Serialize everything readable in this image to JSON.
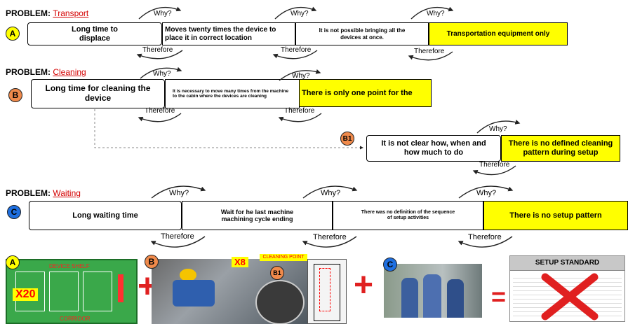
{
  "problems": {
    "transport": {
      "prefix": "PROBLEM: ",
      "name": "Transport"
    },
    "cleaning": {
      "prefix": "PROBLEM: ",
      "name": "Cleaning"
    },
    "waiting": {
      "prefix": "PROBLEM: ",
      "name": "Waiting"
    }
  },
  "badges": {
    "a": "A",
    "b": "B",
    "b1": "B1",
    "c": "C"
  },
  "chain_a": [
    "Long time to displace",
    "Moves twenty times the device to place it in correct location",
    "It is not possible bringing all the devices at once.",
    "Transportation equipment only"
  ],
  "chain_b": [
    "Long time for cleaning the device",
    "It is necessary to move many times from  the machine to the cabin where the devices are cleaning",
    "There is only one point for the"
  ],
  "chain_b1": [
    "It is not clear how, when and how much to do",
    "There is no defined cleaning pattern during setup"
  ],
  "chain_c": [
    "Long waiting time",
    "Wait for he last machine machining cycle ending",
    "There was no definition of the sequence of setup activities",
    "There is no setup pattern"
  ],
  "labels": {
    "why": "Why?",
    "therefore": "Therefore"
  },
  "photos": {
    "shelf_title": "DEVICE SHELF",
    "shelf_multiplier": "X20",
    "shelf_corridor": "CORRIDOR",
    "cleaning_multiplier": "X8",
    "cleaning_point": "CLEANING POINT",
    "standard_title": "SETUP STANDARD"
  },
  "operators": {
    "plus": "+",
    "equals": "="
  },
  "colors": {
    "highlight": "#ffff00",
    "problem_name": "#d40000",
    "badge_orange": "#f08a4b",
    "badge_yellow": "#ffff00",
    "badge_blue": "#1e6fe0",
    "reject_mark": "#e02020"
  }
}
